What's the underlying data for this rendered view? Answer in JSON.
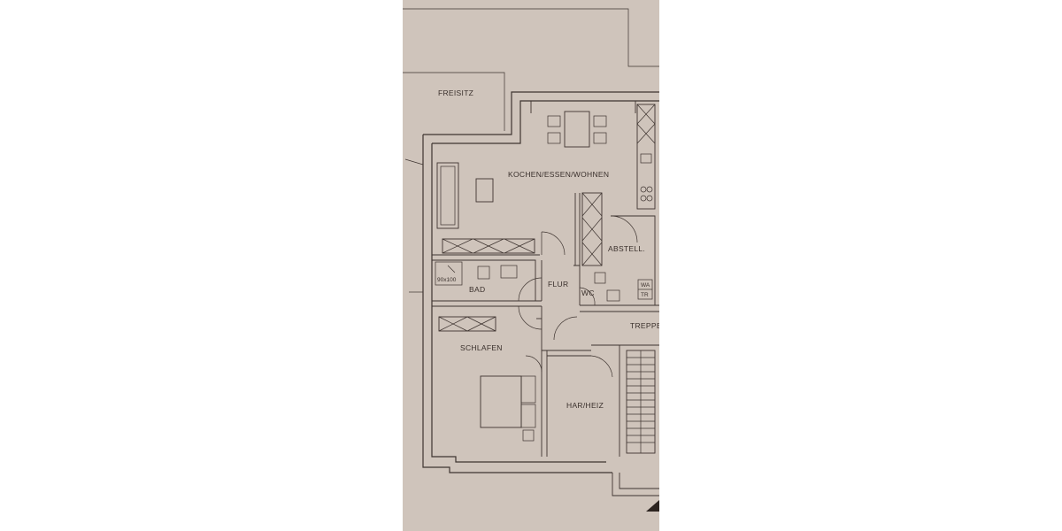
{
  "floorplan": {
    "rooms": {
      "freisitz": "FREISITZ",
      "kochen": "KOCHEN/ESSEN/WOHNEN",
      "abstell": "ABSTELL.",
      "bad": "BAD",
      "flur": "FLUR",
      "wc": "WC",
      "treppe": "TREPPE",
      "schlafen": "SCHLAFEN",
      "harheiz": "HAR/HEIZ"
    },
    "fixtures": {
      "shower_size": "90x100",
      "washer_top": "WA",
      "washer_bottom": "TR"
    }
  }
}
